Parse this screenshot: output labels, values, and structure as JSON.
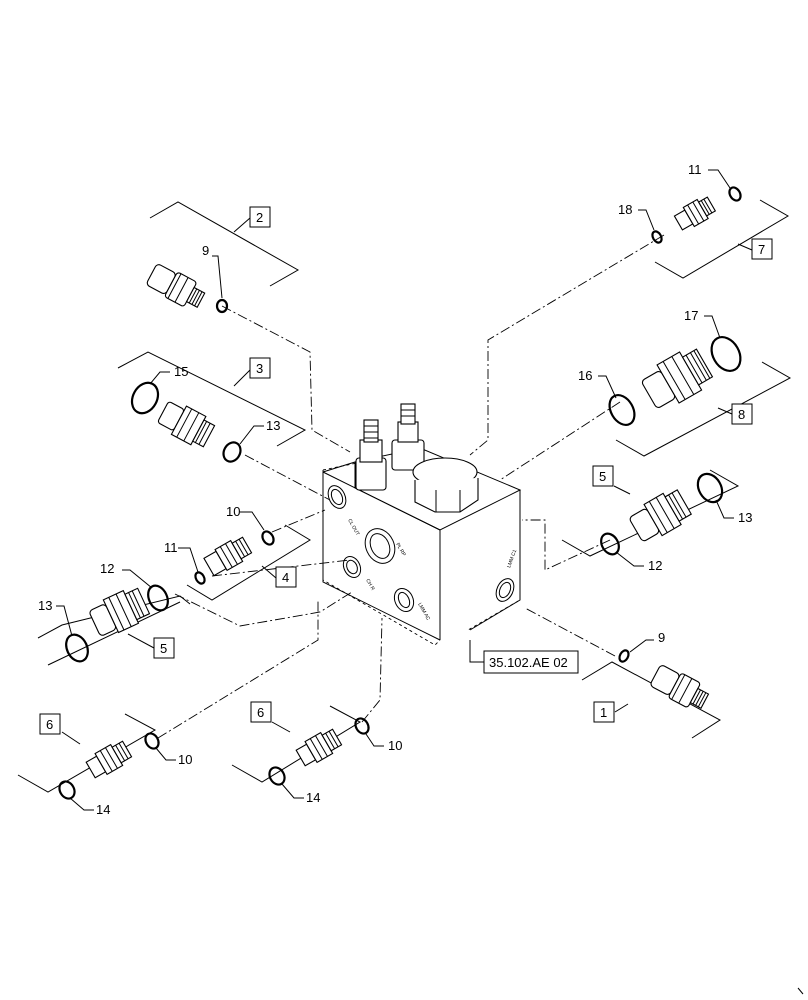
{
  "diagram": {
    "reference_label": "35.102.AE 02",
    "group_boxes": [
      "2",
      "3",
      "4",
      "5",
      "6",
      "6",
      "7",
      "8",
      "5",
      "1"
    ],
    "callouts": [
      "9",
      "15",
      "13",
      "10",
      "11",
      "12",
      "13",
      "10",
      "14",
      "10",
      "14",
      "11",
      "18",
      "17",
      "16",
      "13",
      "12",
      "9"
    ],
    "block_port_markings": [
      "CL OUT",
      "PL RP",
      "CH R",
      "LMM AC",
      "LMM C1"
    ]
  }
}
